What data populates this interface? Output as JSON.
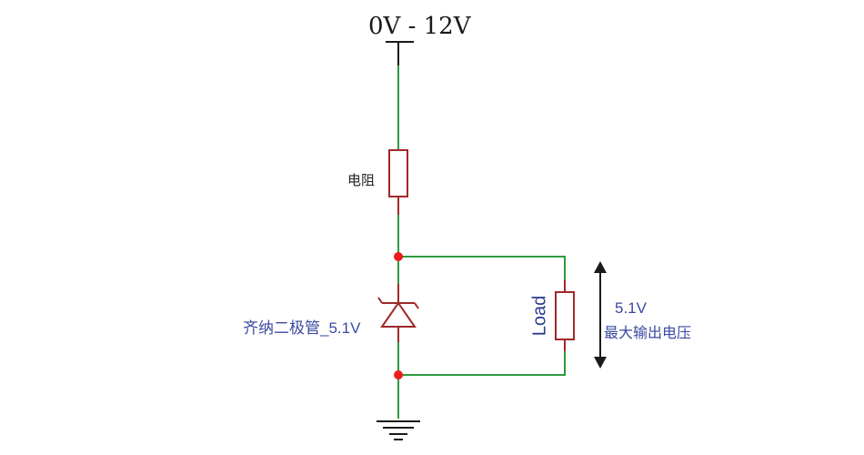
{
  "labels": {
    "supply": "0V - 12V",
    "resistor": "电阻",
    "zener": "齐纳二极管_5.1V",
    "load": "Load",
    "output_voltage": "5.1V",
    "output_desc": "最大输出电压"
  },
  "colors": {
    "wire": "#2e9a3e",
    "component": "#a02828",
    "node": "#ee1c1c",
    "terminal": "#1a1a1a",
    "label_blue": "#3b4aa0"
  }
}
